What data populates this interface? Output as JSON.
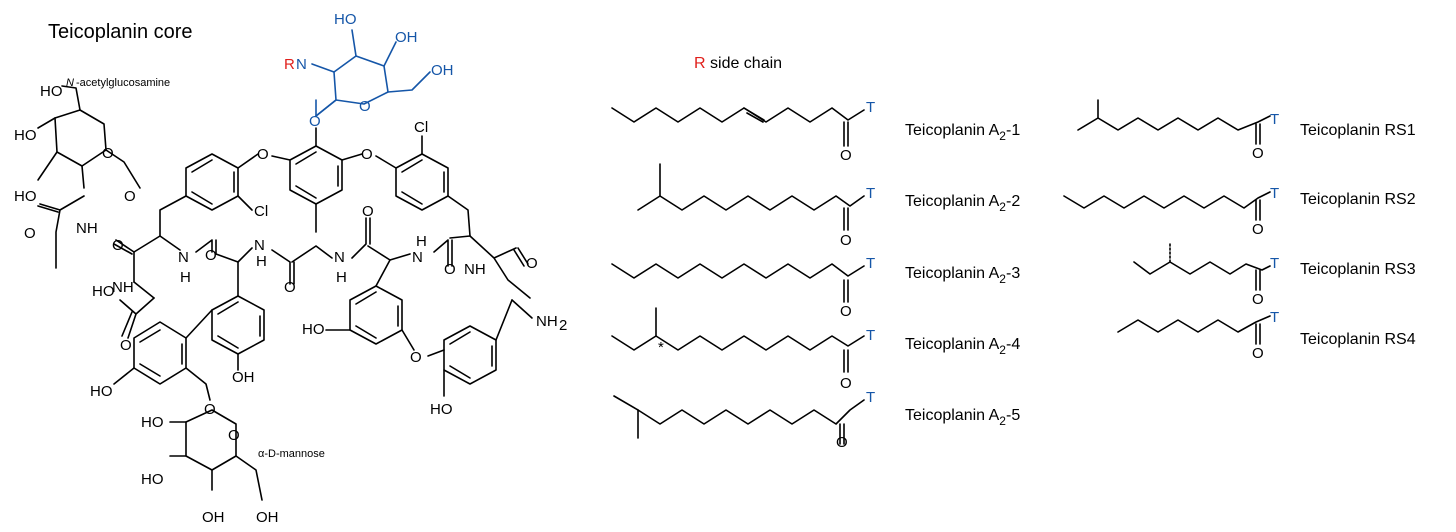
{
  "core": {
    "title": "Teicoplanin core",
    "sugar_top_label": "N-acetylglucosamine",
    "sugar_top_label_italic": "N",
    "sugar_top_label_rest": "-acetylglucosamine",
    "sugar_bottom_label": "α-D-mannose",
    "atoms": {
      "HO": "HO",
      "OH": "OH",
      "O": "O",
      "NH": "NH",
      "N": "N",
      "H": "H",
      "Cl": "Cl",
      "RN": "RN",
      "R": "R",
      "NH2": "NH",
      "sub2": "2"
    },
    "colors": {
      "glucosamine": "#1556a8",
      "R": "#e0201c",
      "bonds": "#000000"
    }
  },
  "side_chains": {
    "header_R": "R",
    "header_rest": " side chain",
    "terminal_label": "T",
    "carbonyl_label": "O",
    "stereo_mark": "*",
    "left": [
      {
        "name": "Teicoplanin A",
        "sub": "2",
        "suffix": "-1"
      },
      {
        "name": "Teicoplanin A",
        "sub": "2",
        "suffix": "-2"
      },
      {
        "name": "Teicoplanin A",
        "sub": "2",
        "suffix": "-3"
      },
      {
        "name": "Teicoplanin A",
        "sub": "2",
        "suffix": "-4"
      },
      {
        "name": "Teicoplanin A",
        "sub": "2",
        "suffix": "-5"
      }
    ],
    "right": [
      {
        "name": "Teicoplanin RS1"
      },
      {
        "name": "Teicoplanin RS2"
      },
      {
        "name": "Teicoplanin RS3"
      },
      {
        "name": "Teicoplanin RS4"
      }
    ]
  }
}
